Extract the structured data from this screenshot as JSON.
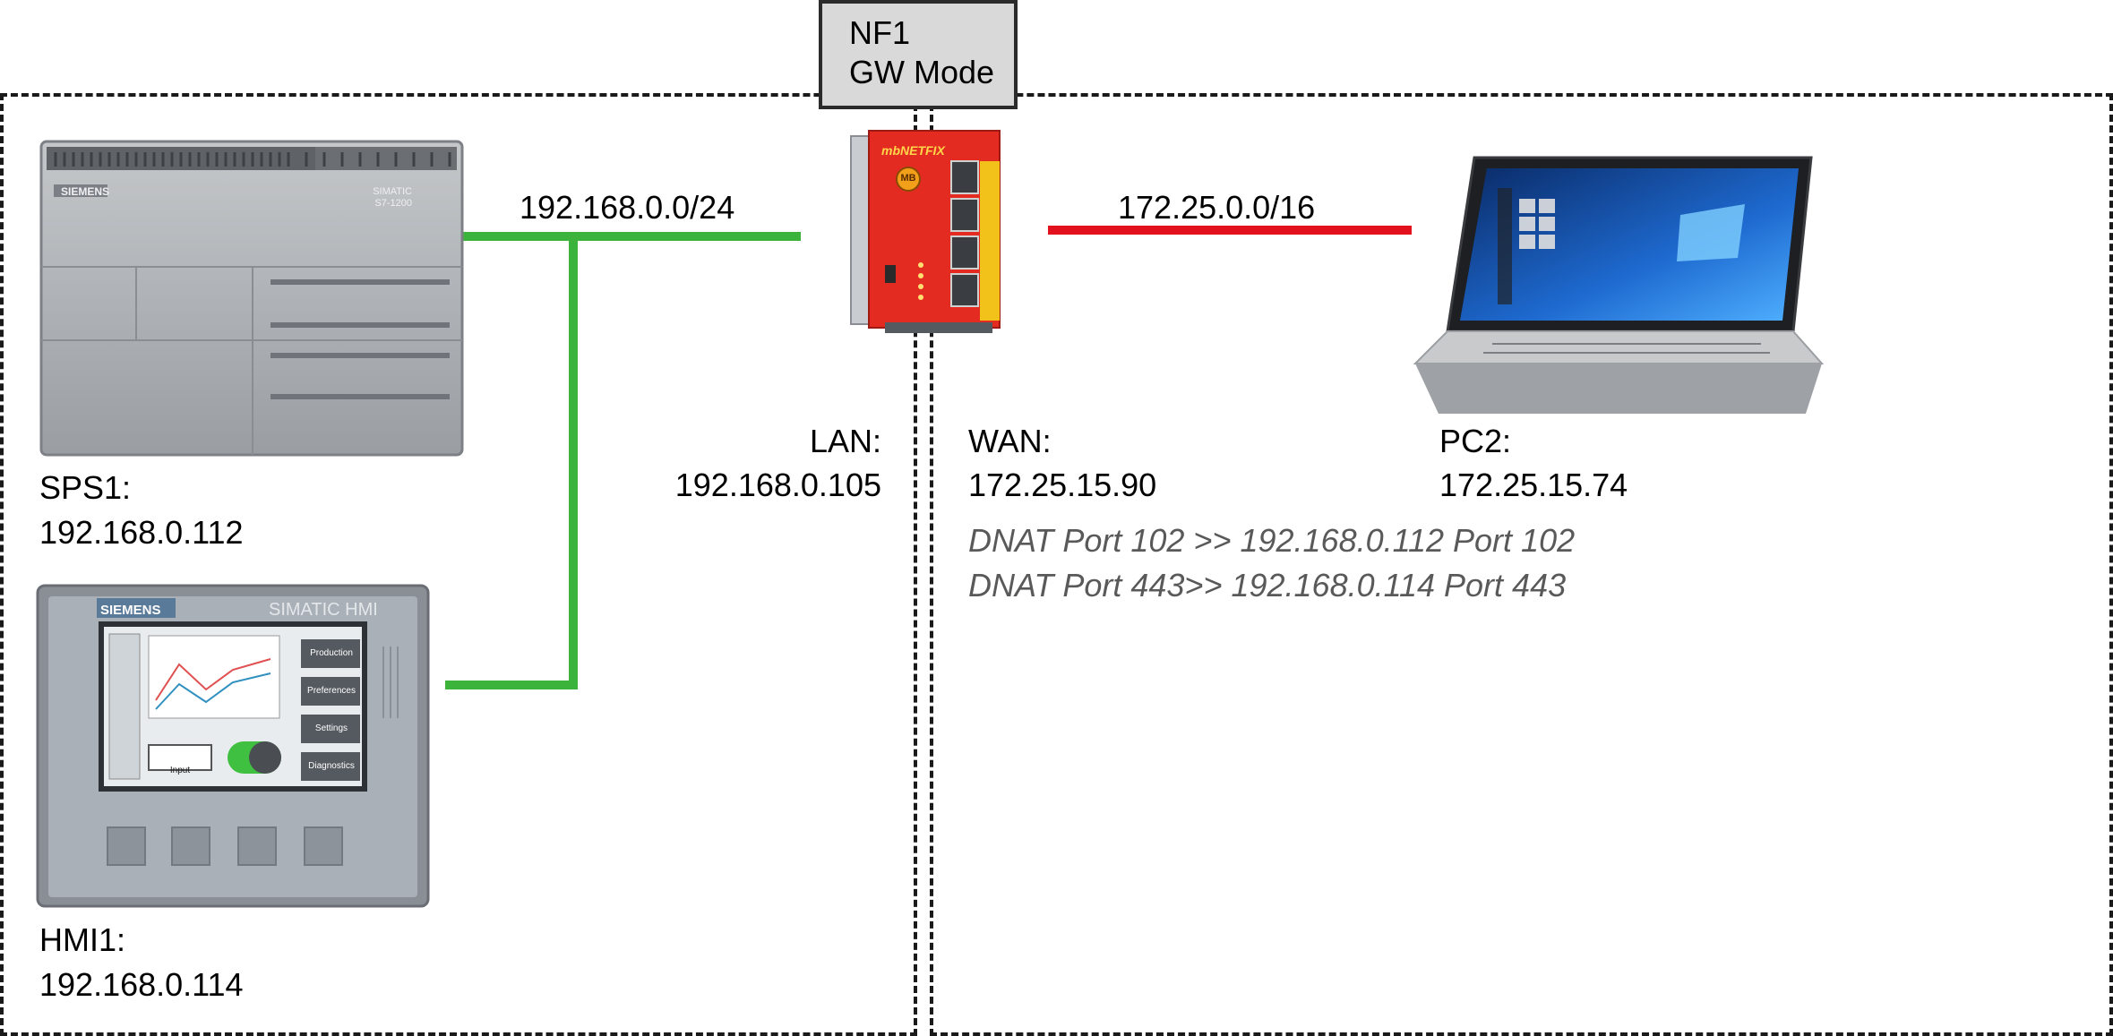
{
  "gateway": {
    "title": "NF1",
    "mode": "GW Mode"
  },
  "lan_network": "192.168.0.0/24",
  "wan_network": "172.25.0.0/16",
  "sps1": {
    "label": "SPS1:",
    "ip": "192.168.0.112",
    "brand": "SIEMENS",
    "model": "SIMATIC S7-1200"
  },
  "hmi1": {
    "label": "HMI1:",
    "ip": "192.168.0.114",
    "brand": "SIEMENS",
    "model": "SIMATIC HMI",
    "buttons": [
      "Production",
      "Preferences",
      "Settings",
      "Diagnostics"
    ],
    "input_label": "Input"
  },
  "lan": {
    "label": "LAN:",
    "ip": "192.168.0.105"
  },
  "wan": {
    "label": "WAN:",
    "ip": "172.25.15.90"
  },
  "pc2": {
    "label": "PC2:",
    "ip": "172.25.15.74"
  },
  "router": {
    "brand": "mbNETFIX",
    "badge": "MB"
  },
  "dnat_rules": [
    "DNAT Port 102 >> 192.168.0.112 Port 102",
    "DNAT Port 443>> 192.168.0.114 Port 443"
  ],
  "colors": {
    "lan_line": "#3cb43c",
    "wan_line": "#e3101e",
    "router_red": "#e32b22"
  }
}
